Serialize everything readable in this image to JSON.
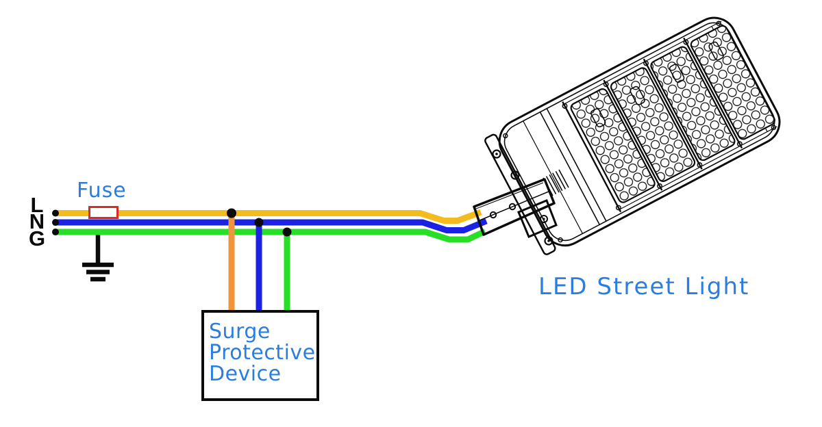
{
  "wiring": {
    "terminal_labels": [
      "L",
      "N",
      "G"
    ],
    "fuse_label": "Fuse",
    "spd_label_lines": [
      "Surge",
      "Protective",
      "Device"
    ],
    "led_label": "LED Street Light"
  },
  "colors": {
    "wire_live": "#F3BB1E",
    "wire_live_drop": "#EF953D",
    "wire_neutral": "#1C22E3",
    "wire_ground": "#28DF28",
    "fuse_red": "#DC2A22",
    "label_blue": "#2B7EE0",
    "ink": "#0B0B0B"
  },
  "symbols": {
    "ground": "ground-symbol",
    "fuse": "fuse-symbol",
    "surge_protective_device": "spd-box",
    "street_light": "led-street-light-illustration"
  }
}
